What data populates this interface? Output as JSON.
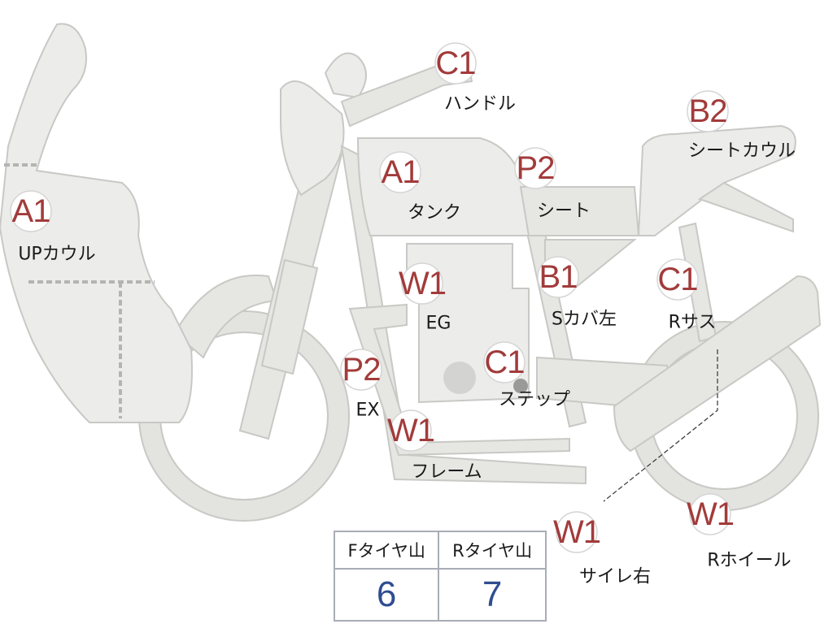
{
  "parts": [
    {
      "id": "a1-up-cowl",
      "code": "A1",
      "label": "UPカウル"
    },
    {
      "id": "c1-handle",
      "code": "C1",
      "label": "ハンドル"
    },
    {
      "id": "a1-tank",
      "code": "A1",
      "label": "タンク"
    },
    {
      "id": "p2-seat",
      "code": "P2",
      "label": "シート"
    },
    {
      "id": "b2-seat-cowl",
      "code": "B2",
      "label": "シートカウル"
    },
    {
      "id": "w1-engine",
      "code": "W1",
      "label": "EG"
    },
    {
      "id": "b1-side-cover-left",
      "code": "B1",
      "label": "Sカバ左"
    },
    {
      "id": "c1-rear-suspension",
      "code": "C1",
      "label": "Rサス"
    },
    {
      "id": "p2-exhaust",
      "code": "P2",
      "label": "EX"
    },
    {
      "id": "c1-step",
      "code": "C1",
      "label": "ステップ"
    },
    {
      "id": "w1-frame",
      "code": "W1",
      "label": "フレーム"
    },
    {
      "id": "w1-silencer-right",
      "code": "W1",
      "label": "サイレ右"
    },
    {
      "id": "w1-rear-wheel",
      "code": "W1",
      "label": "Rホイール"
    }
  ],
  "tire_table": {
    "headers": [
      "Fタイヤ山",
      "Rタイヤ山"
    ],
    "values": [
      "6",
      "7"
    ]
  },
  "colors": {
    "code_text": "#a23b3b",
    "tread_value": "#2f4d91",
    "body_fill": "#e6e6e3",
    "table_border": "#a9adb7"
  }
}
